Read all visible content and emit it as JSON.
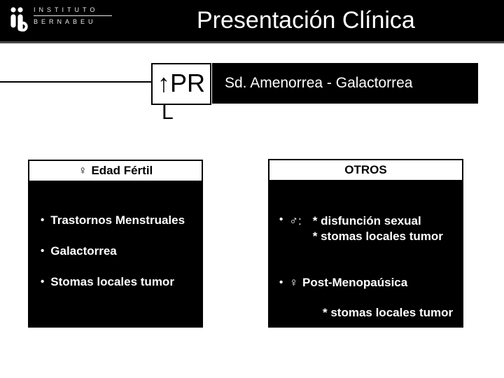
{
  "colors": {
    "header_bg": "#000000",
    "header_border": "#4a4a4a",
    "slide_bg": "#ffffff",
    "text_light": "#ffffff",
    "text_dark": "#000000"
  },
  "header": {
    "title": "Presentación Clínica",
    "logo": {
      "icon": "ib-monogram",
      "line1": "INSTITUTO",
      "line2": "BERNABEU"
    }
  },
  "diagram": {
    "prl_line1": "↑PR",
    "prl_line2": "L",
    "syndrome_label": "Sd. Amenorrea - Galactorrea"
  },
  "panels": {
    "bullet": "•",
    "left": {
      "header_symbol": "♀",
      "header_label": "Edad Fértil",
      "items": [
        "Trastornos Menstruales",
        "Galactorrea",
        "Stomas locales tumor"
      ]
    },
    "right": {
      "header_label": "OTROS",
      "male_symbol": "♂:",
      "male_sub_items": [
        "* disfunción sexual",
        "* stomas locales tumor"
      ],
      "female_symbol": "♀",
      "female_label": "Post-Menopaúsica",
      "footnote": "* stomas locales tumor"
    }
  }
}
